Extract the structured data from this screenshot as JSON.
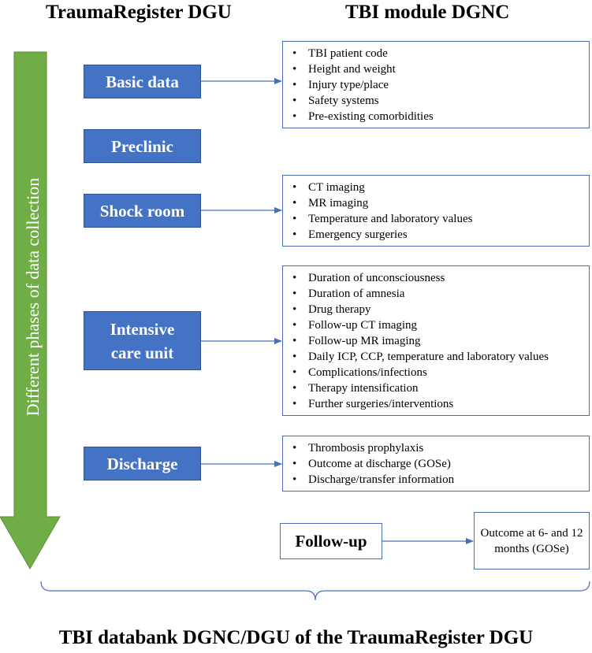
{
  "headings": {
    "left": "TraumaRegister DGU",
    "right": "TBI module DGNC"
  },
  "side_label": "Different phases of data collection",
  "phases": [
    {
      "label": "Basic data"
    },
    {
      "label": "Preclinic"
    },
    {
      "label": "Shock room"
    },
    {
      "label": "Intensive care unit"
    },
    {
      "label": "Discharge"
    }
  ],
  "details": {
    "basic_data": [
      "TBI patient code",
      "Height and weight",
      "Injury type/place",
      "Safety systems",
      "Pre-existing comorbidities"
    ],
    "shock_room": [
      "CT imaging",
      "MR imaging",
      "Temperature and laboratory values",
      "Emergency surgeries"
    ],
    "icu": [
      "Duration of unconsciousness",
      "Duration of amnesia",
      "Drug therapy",
      "Follow-up CT imaging",
      "Follow-up MR imaging",
      "Daily ICP, CCP, temperature and laboratory values",
      "Complications/infections",
      "Therapy intensification",
      "Further surgeries/interventions"
    ],
    "discharge": [
      "Thrombosis prophylaxis",
      "Outcome at discharge (GOSe)",
      "Discharge/transfer information"
    ]
  },
  "follow_up": {
    "label": "Follow-up",
    "outcome": "Outcome at 6- and 12 months (GOSe)"
  },
  "footer": "TBI databank DGNC/DGU of the TraumaRegister DGU",
  "colors": {
    "phase_fill": "#4472c4",
    "arrow_green": "#70ad47",
    "box_border": "#4a6fb5"
  }
}
